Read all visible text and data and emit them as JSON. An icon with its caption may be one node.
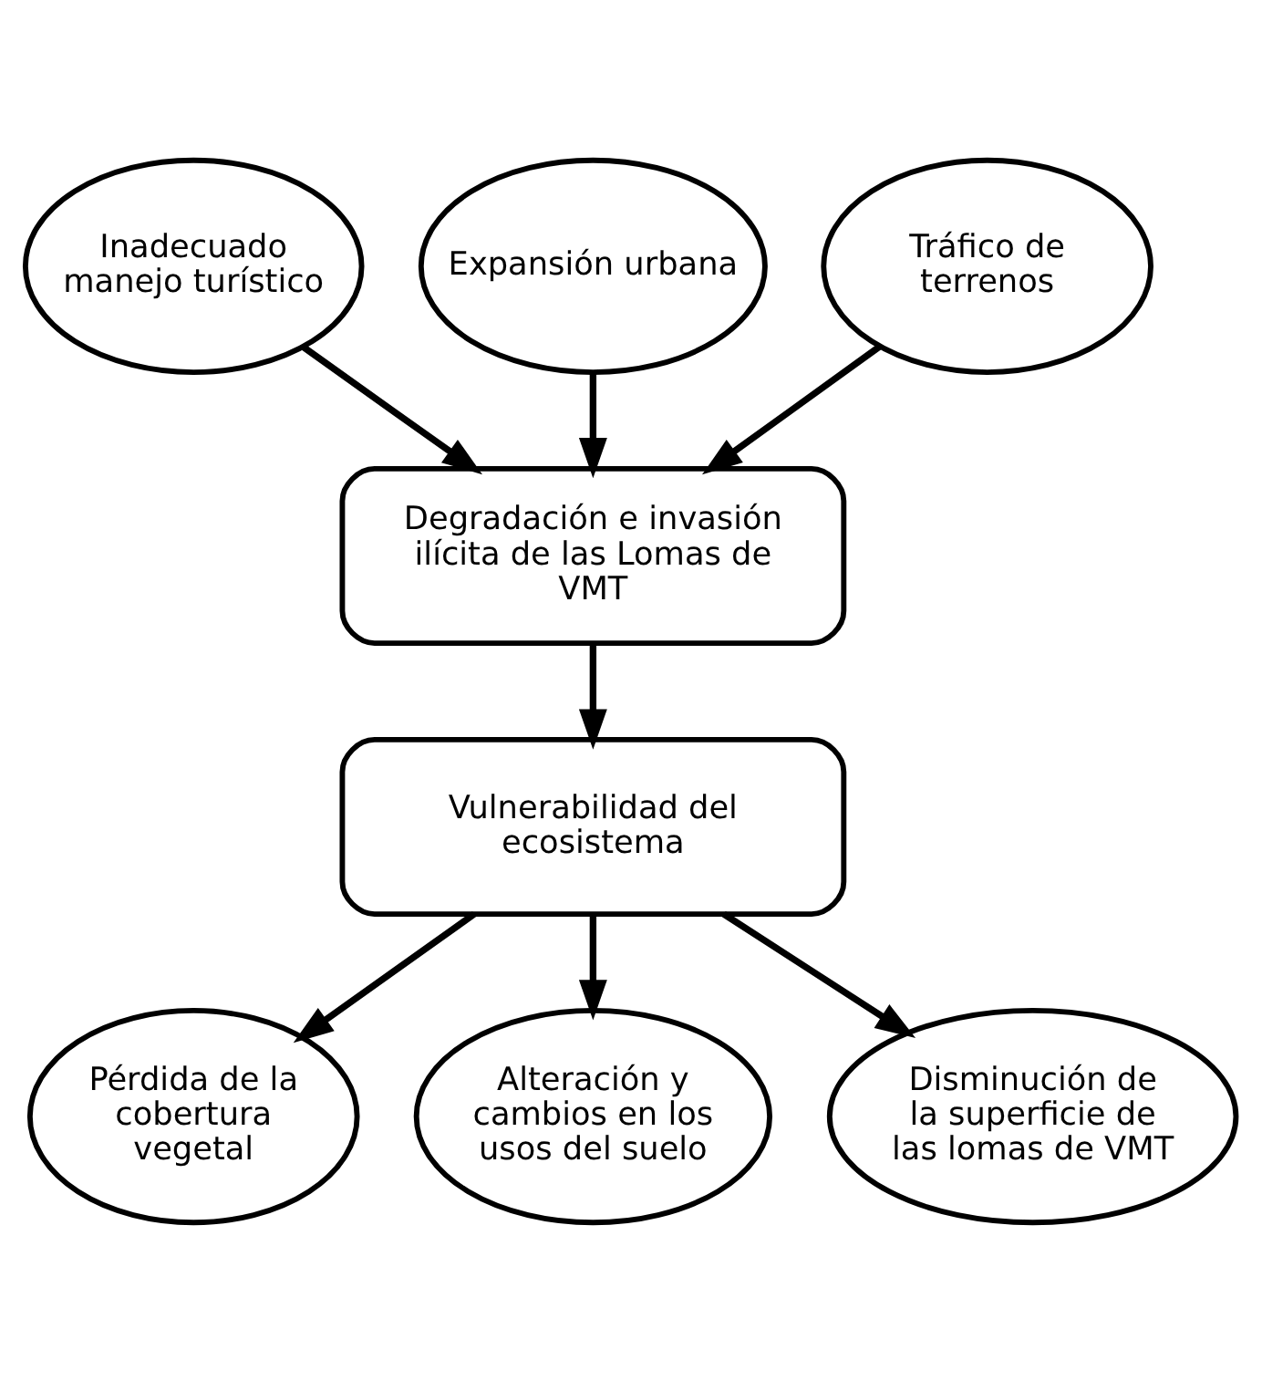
{
  "diagram": {
    "nodes": [
      {
        "text": [
          "Inadecuado manejo turístico"
        ]
      },
      {
        "text": [
          "Expansión urbana"
        ]
      },
      {
        "text": [
          "Tráfico de terrenos"
        ]
      },
      {
        "text": [
          "Degradación e invasión ilícita de las Lomas de VMT"
        ]
      },
      {
        "text": [
          "Vulnerabilidad del ecosistema"
        ]
      },
      {
        "text": [
          "Pérdida de la cobertura vegetal"
        ]
      },
      {
        "text": [
          "Alteración y cambios en los usos del suelo"
        ]
      },
      {
        "text": [
          "Disminución de la superficie de las lomas de VMT"
        ]
      }
    ],
    "edges": [
      {
        "from": 0,
        "to": 3,
        "arrow": "to"
      },
      {
        "from": 1,
        "to": 3,
        "arrow": "to"
      },
      {
        "from": 2,
        "to": 3,
        "arrow": "to"
      },
      {
        "from": 3,
        "to": 4,
        "arrow": "to"
      },
      {
        "from": 4,
        "to": 5,
        "arrow": "to"
      },
      {
        "from": 4,
        "to": 6,
        "arrow": "to"
      },
      {
        "from": 4,
        "to": 7,
        "arrow": "to"
      }
    ]
  }
}
